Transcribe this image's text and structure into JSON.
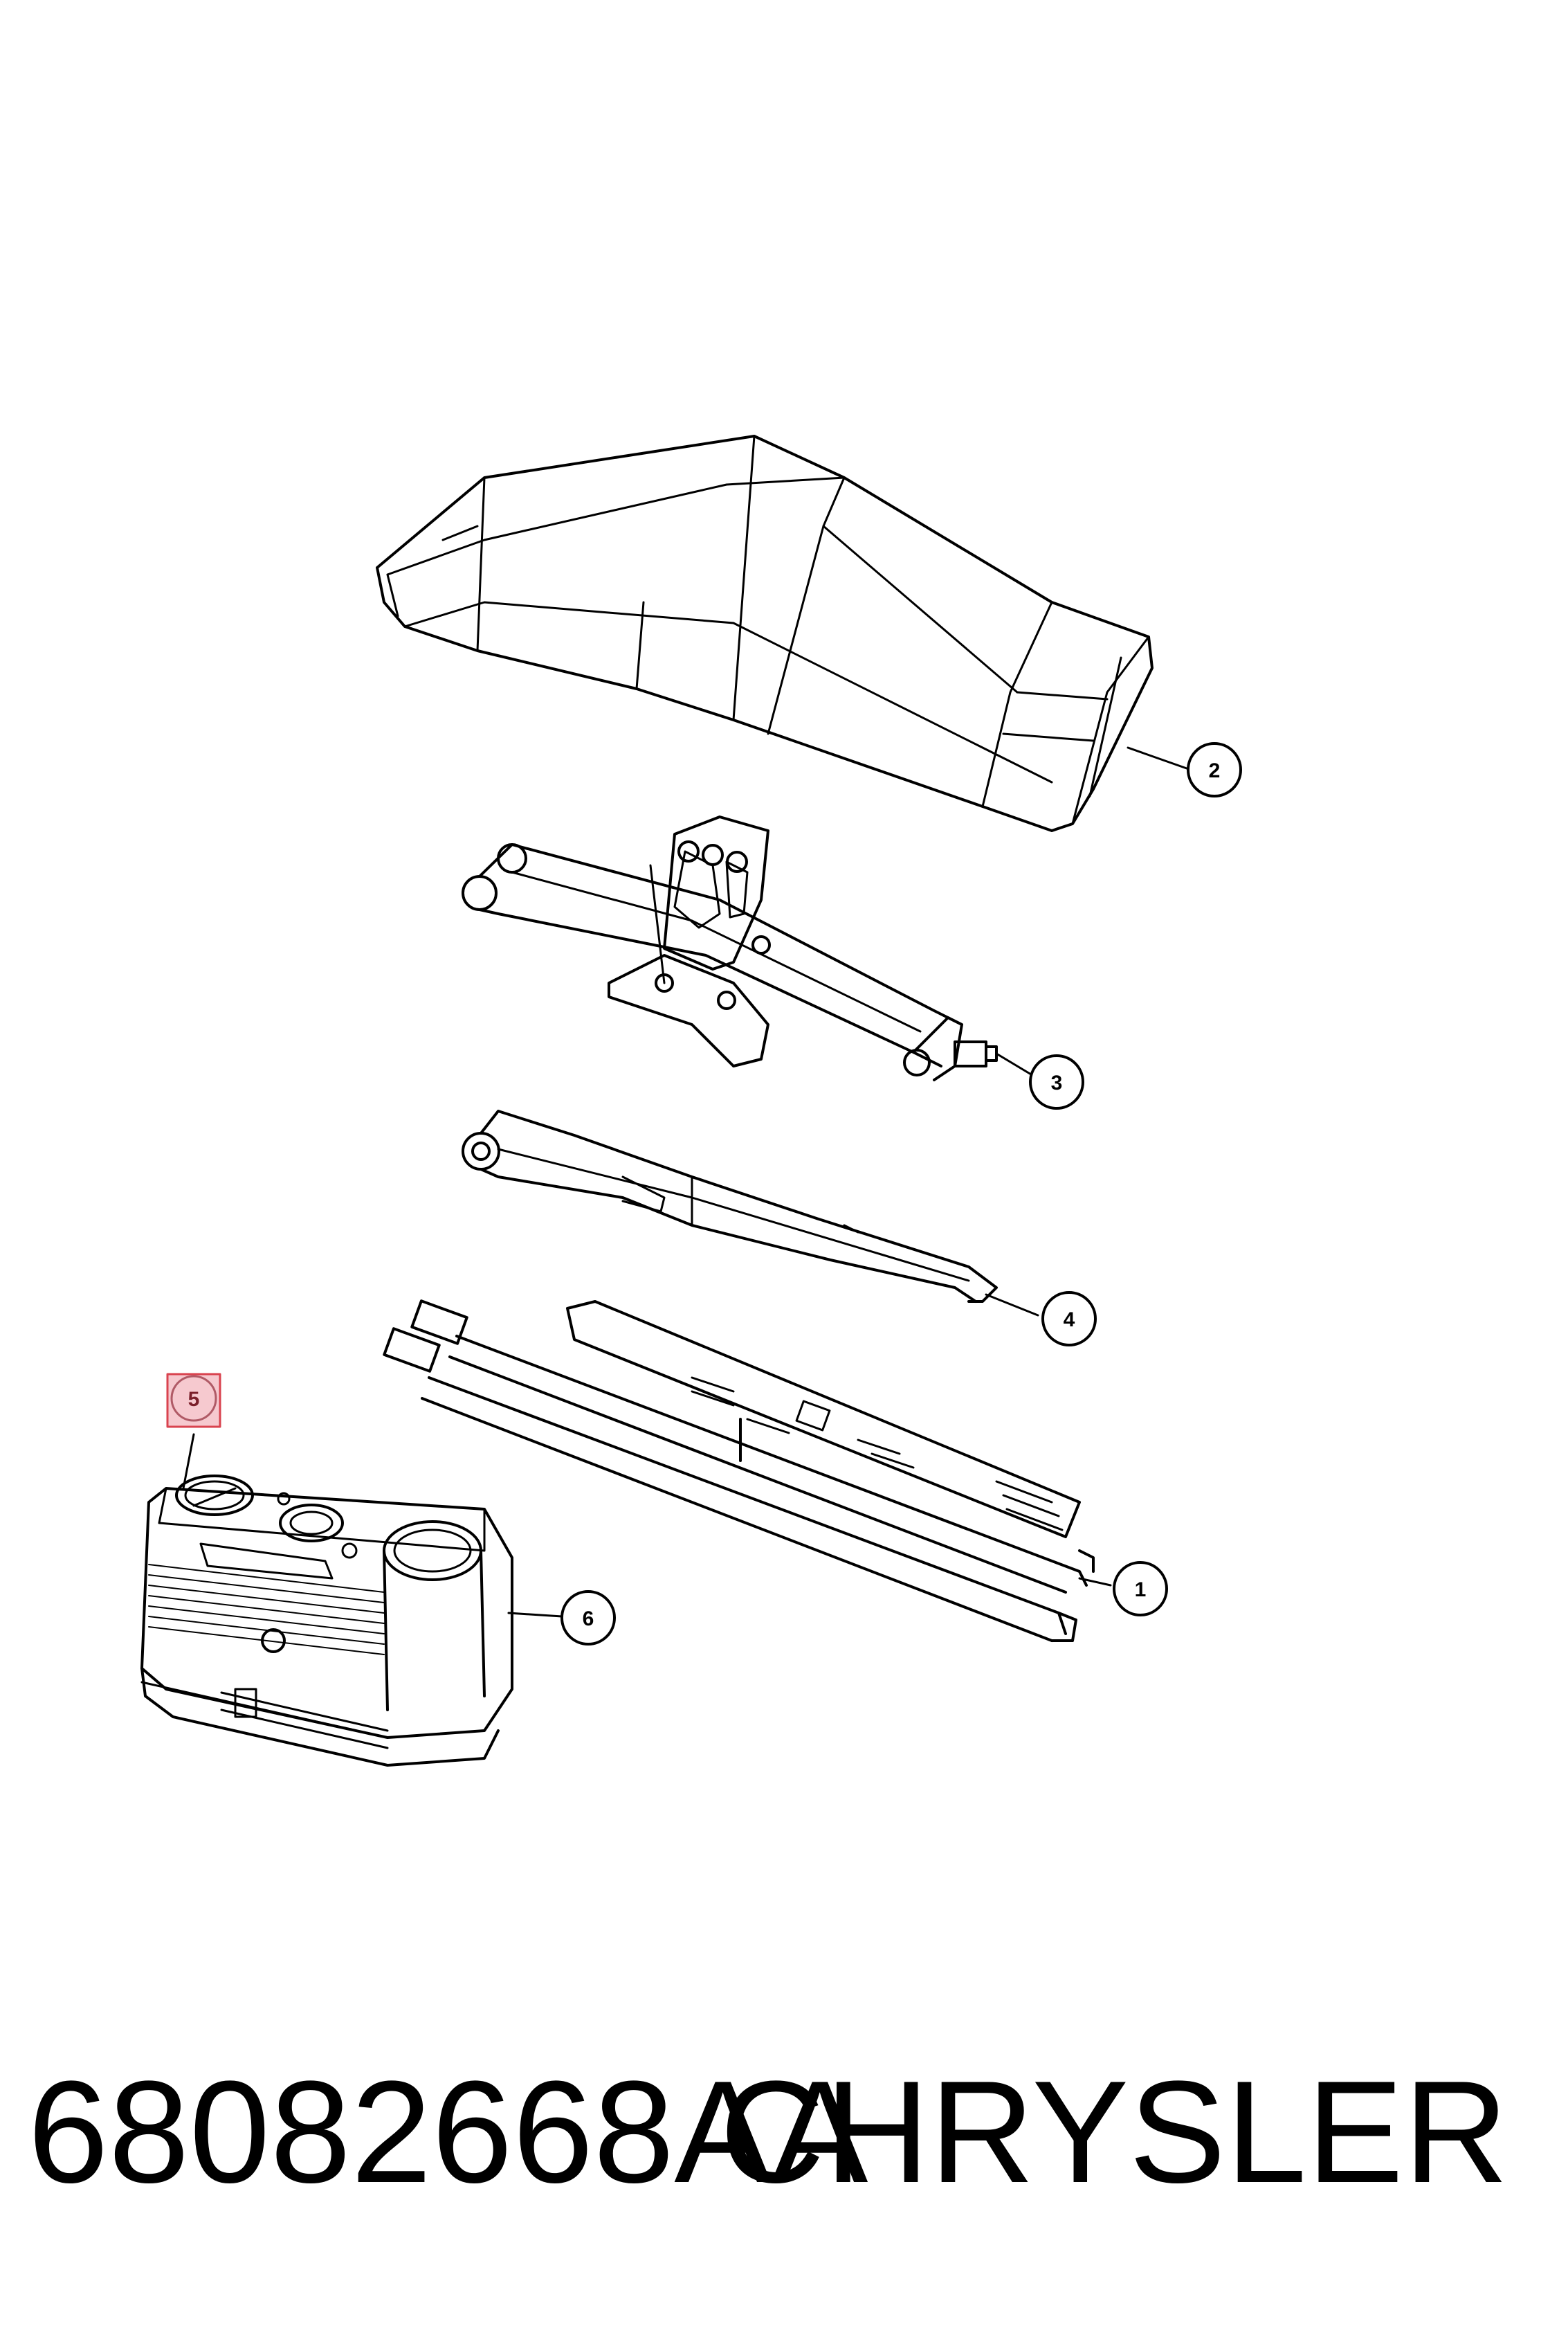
{
  "callouts": {
    "c1": "1",
    "c2": "2",
    "c3": "3",
    "c4": "4",
    "c5": "5",
    "c6": "6"
  },
  "footer": {
    "part_number": "68082668AA",
    "brand": "CHRYSLER"
  },
  "colors": {
    "line": "#000000",
    "highlight_stroke": "#d9434f",
    "highlight_fill": "#f6c9cf",
    "highlight_text": "#7a1f2a"
  }
}
